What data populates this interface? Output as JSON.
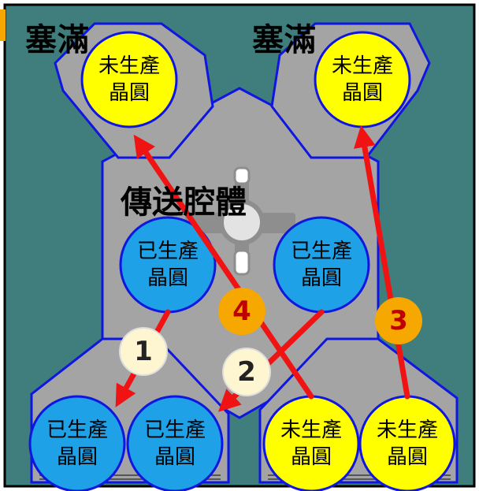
{
  "labels": {
    "full_left": "塞滿",
    "full_right": "塞滿",
    "transfer_chamber": "傳送腔體"
  },
  "wafers": {
    "unprocessed": {
      "line1": "未生產",
      "line2": "晶圓",
      "color": "#ffff00"
    },
    "processed": {
      "line1": "已生產",
      "line2": "晶圓",
      "color": "#1ea1e6"
    }
  },
  "steps": [
    {
      "id": "1",
      "label": "1",
      "color": "#fdf6d0",
      "text_color": "#222222"
    },
    {
      "id": "2",
      "label": "2",
      "color": "#fdf6d0",
      "text_color": "#222222"
    },
    {
      "id": "3",
      "label": "3",
      "color": "#f6a800",
      "text_color": "#c00000"
    },
    {
      "id": "4",
      "label": "4",
      "color": "#f6a800",
      "text_color": "#c00000"
    }
  ],
  "colors": {
    "background": "#407d7d",
    "chamber_fill": "#a4a4a4",
    "chamber_outline": "#0f16e0",
    "arrow": "#f01313"
  }
}
